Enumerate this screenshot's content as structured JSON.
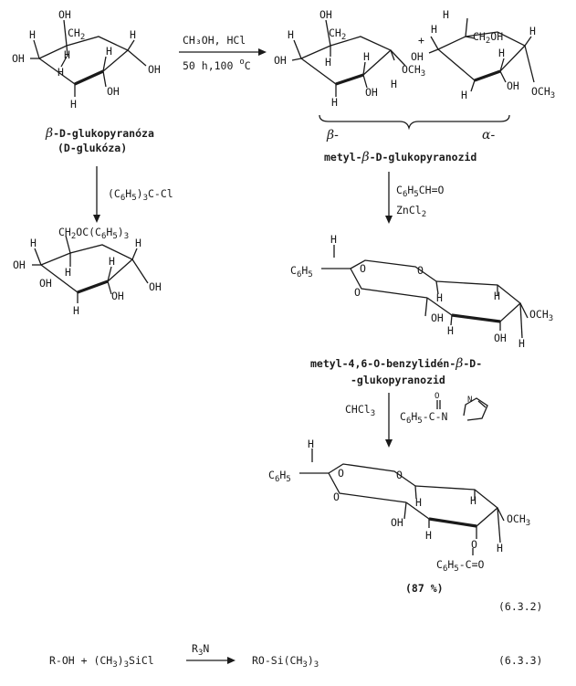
{
  "glucose": {
    "name_beta": "β",
    "name_rest": "-D-glukopyranóza",
    "name_alt": "(D-glukóza)",
    "oh": "OH",
    "ch2": "CH",
    "ch2_sub": "2",
    "h": "H"
  },
  "reaction1": {
    "reagent": "CH₃OH, HCl",
    "conditions_a": "50 h,100 ",
    "conditions_deg": "o",
    "conditions_b": "C"
  },
  "methyl_glucosides": {
    "plus": "+",
    "och3": "OCH",
    "och3_sub": "3",
    "beta_label": "β-",
    "alpha_label": "α-",
    "name_a": "metyl-",
    "name_beta": "β",
    "name_b": "-D-glukopyranozid"
  },
  "trityl": {
    "reagent_a": "(C",
    "reagent_s1": "6",
    "reagent_b": "H",
    "reagent_s2": "5",
    "reagent_c": ")",
    "reagent_s3": "3",
    "reagent_d": "C-Cl",
    "sub_a": "CH",
    "sub_s1": "2",
    "sub_b": "OC(C",
    "sub_s2": "6",
    "sub_c": "H",
    "sub_s3": "5",
    "sub_d": ")",
    "sub_s4": "3"
  },
  "benzylidene_step": {
    "reagent1_a": "C",
    "reagent1_s1": "6",
    "reagent1_b": "H",
    "reagent1_s2": "5",
    "reagent1_c": "CH=O",
    "reagent2_a": "ZnCl",
    "reagent2_s": "2"
  },
  "benzylidene": {
    "c6h5_a": "C",
    "c6h5_s1": "6",
    "c6h5_b": "H",
    "c6h5_s2": "5",
    "o": "O",
    "name_a": "metyl-4,6-O-benzylidén-",
    "name_beta": "β",
    "name_b": "-D-",
    "name_c": "-glukopyranozid"
  },
  "acylation_step": {
    "solvent_a": "CHCl",
    "solvent_s": "3",
    "reagent_a": "C",
    "reagent_s1": "6",
    "reagent_b": "H",
    "reagent_s2": "5",
    "reagent_c": "-C-N",
    "o": "O",
    "n": "N"
  },
  "product": {
    "benzoyl_a": "C",
    "benzoyl_s1": "6",
    "benzoyl_b": "H",
    "benzoyl_s2": "5",
    "benzoyl_c": "-C=O",
    "yield": "(87 %)"
  },
  "equation_6_3_2": {
    "number": "(6.3.2)"
  },
  "equation_6_3_3": {
    "left_a": "R-OH + (CH",
    "left_s1": "3",
    "left_b": ")",
    "left_s2": "3",
    "left_c": "SiCl",
    "catalyst_a": "R",
    "catalyst_s": "3",
    "catalyst_b": "N",
    "right_a": "RO-Si(CH",
    "right_s1": "3",
    "right_b": ")",
    "right_s2": "3",
    "number": "(6.3.3)"
  }
}
